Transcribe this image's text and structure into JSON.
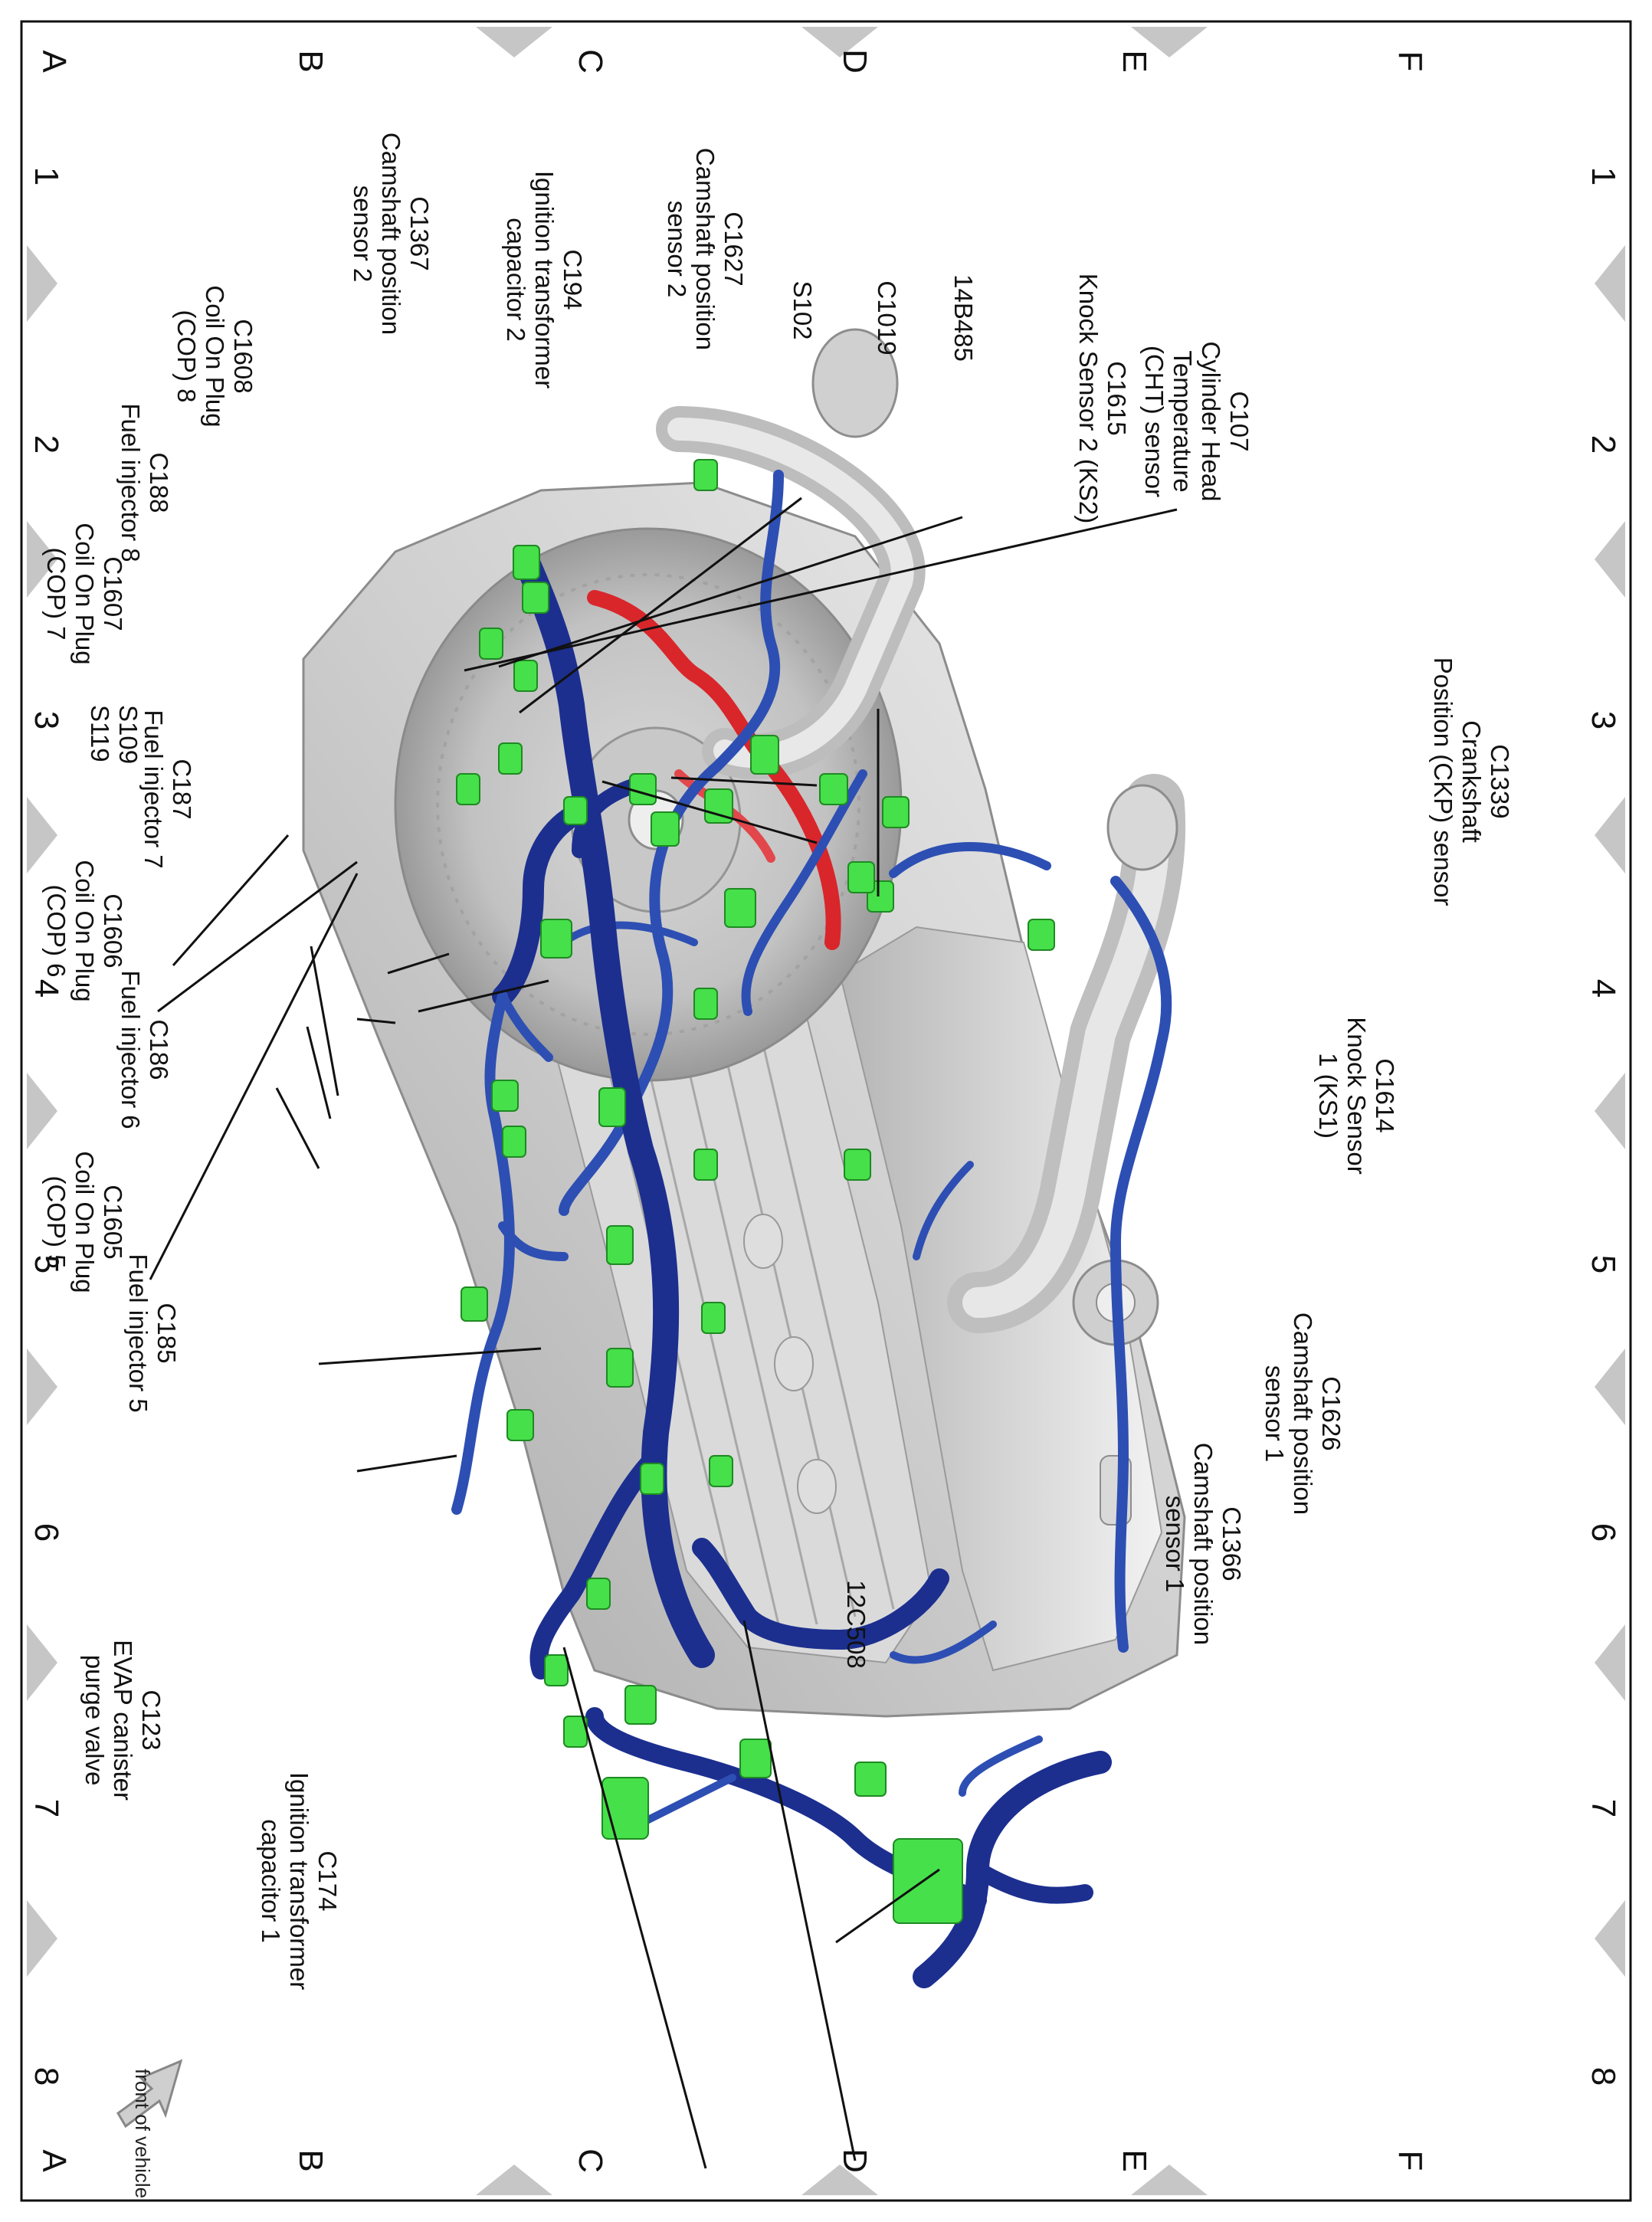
{
  "frame": {
    "rows": [
      "A",
      "B",
      "C",
      "D",
      "E",
      "F"
    ],
    "columns": [
      "1",
      "2",
      "3",
      "4",
      "5",
      "6",
      "7",
      "8"
    ]
  },
  "orientation_label": "front of vehicle",
  "callouts": [
    {
      "id": "c1608",
      "text": "C1608\nCoil On Plug\n(COP) 8"
    },
    {
      "id": "c188",
      "text": "C188\nFuel injector 8"
    },
    {
      "id": "c1607",
      "text": "C1607\nCoil On Plug\n(COP) 7"
    },
    {
      "id": "s109",
      "text": "S109\nS119"
    },
    {
      "id": "c187",
      "text": "C187\nFuel injector 7"
    },
    {
      "id": "c1606",
      "text": "C1606\nCoil On Plug\n(COP) 6"
    },
    {
      "id": "c186",
      "text": "C186\nFuel injector 6"
    },
    {
      "id": "c1605",
      "text": "C1605\nCoil On Plug\n(COP) 5"
    },
    {
      "id": "c185",
      "text": "C185\nFuel injector 5"
    },
    {
      "id": "c123",
      "text": "C123\nEVAP canister\npurge valve"
    },
    {
      "id": "c174",
      "text": "C174\nIgnition transformer\ncapacitor 1"
    },
    {
      "id": "c1367",
      "text": "C1367\nCamshaft position\nsensor 2"
    },
    {
      "id": "c194",
      "text": "C194\nIgnition transformer\ncapacitor 2"
    },
    {
      "id": "c1627",
      "text": "C1627\nCamshaft position\nsensor 2"
    },
    {
      "id": "s102",
      "text": "S102"
    },
    {
      "id": "c1019",
      "text": "C1019"
    },
    {
      "id": "14b485",
      "text": "14B485"
    },
    {
      "id": "c1615",
      "text": "C1615\nKnock Sensor 2 (KS2)"
    },
    {
      "id": "c107",
      "text": "C107\nCylinder Head\nTemperature\n(CHT) sensor"
    },
    {
      "id": "c1339",
      "text": "C1339\nCrankshaft\nPosition (CKP) sensor"
    },
    {
      "id": "c1614",
      "text": "C1614\nKnock Sensor\n1 (KS1)"
    },
    {
      "id": "c1626",
      "text": "C1626\nCamshaft position\nsensor 1"
    },
    {
      "id": "c1366",
      "text": "C1366\nCamshaft position\nsensor 1"
    },
    {
      "id": "12c508",
      "text": "12C508"
    }
  ]
}
